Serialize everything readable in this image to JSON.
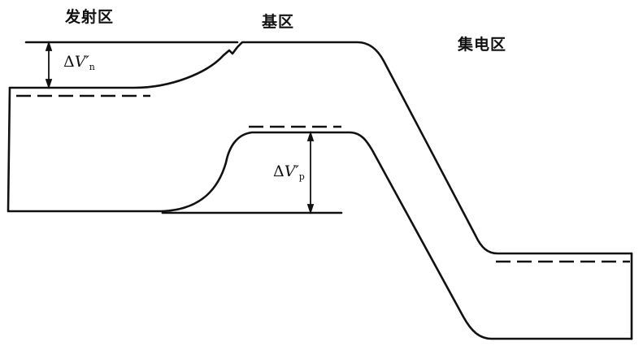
{
  "regions": {
    "emitter": "发射区",
    "base": "基区",
    "collector": "集电区"
  },
  "annotations": {
    "delta_vn": {
      "delta": "Δ",
      "var": "V′",
      "sub": "n"
    },
    "delta_vp": {
      "delta": "Δ",
      "var": "V′",
      "sub": "p"
    }
  },
  "colors": {
    "line": "#111111",
    "background": "#ffffff"
  }
}
